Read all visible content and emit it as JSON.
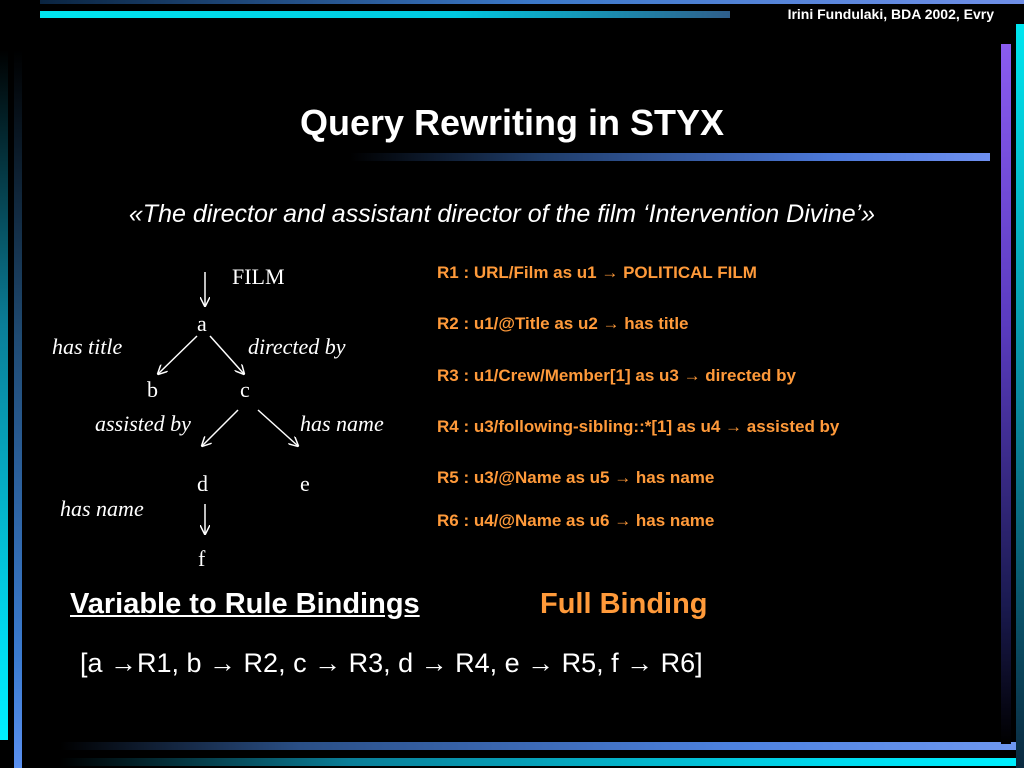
{
  "header": {
    "credit": "Irini Fundulaki, BDA 2002, Evry"
  },
  "title": "Query Rewriting in STYX",
  "subtitle": "«The director and assistant director of the film ‘Intervention Divine’»",
  "tree": {
    "root": "FILM",
    "nodes": {
      "a": "a",
      "b": "b",
      "c": "c",
      "d": "d",
      "e": "e",
      "f": "f"
    },
    "edges": {
      "has_title": "has title",
      "directed_by": "directed by",
      "assisted_by": "assisted by",
      "has_name_ce": "has name",
      "has_name_df": "has name"
    }
  },
  "rules": [
    "R1 : URL/Film as u1 → POLITICAL FILM",
    "R2 : u1/@Title as u2 → has title",
    "R3 : u1/Crew/Member[1] as u3 → directed by",
    "R4 : u3/following-sibling::*[1] as u4 → assisted by",
    "R5 : u3/@Name as u5 → has name",
    "R6 : u4/@Name as u6 → has name"
  ],
  "bindings": {
    "heading": "Variable to Rule Bindings",
    "type": "Full Binding",
    "list": "[a →R1, b → R2, c → R3, d → R4, e → R5, f → R6]"
  },
  "colors": {
    "accent": "#ff9a3a",
    "background": "#000000",
    "text": "#ffffff"
  }
}
